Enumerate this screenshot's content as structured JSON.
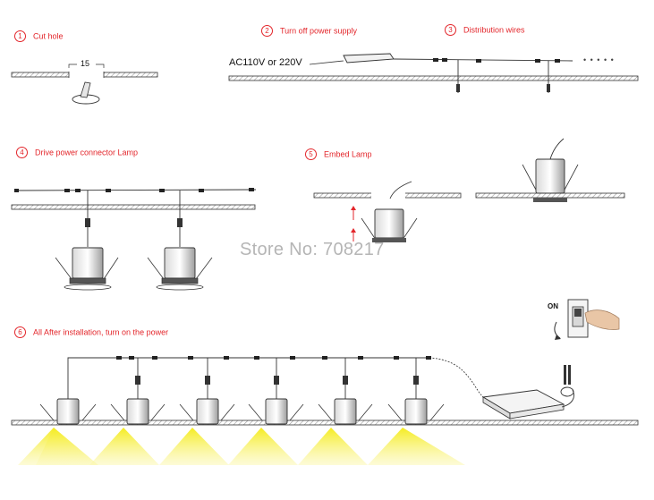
{
  "steps": [
    {
      "num": "1",
      "label": "Cut  hole"
    },
    {
      "num": "2",
      "label": "Turn off power supply"
    },
    {
      "num": "3",
      "label": "Distribution wires"
    },
    {
      "num": "4",
      "label": "Drive power connector Lamp"
    },
    {
      "num": "5",
      "label": "Embed Lamp"
    },
    {
      "num": "6",
      "label": "All After installation, turn on the power"
    }
  ],
  "dimension_label": "15",
  "voltage_label": "AC110V or 220V",
  "switch_label": "ON",
  "continuation_dots": "• • • • •",
  "watermark": "Store No: 708217",
  "colors": {
    "step_red": "#e3262b",
    "line_black": "#1a1a1a",
    "light_yellow": "#f3ea2a",
    "ceiling_hatch": "#b5b5b5"
  }
}
